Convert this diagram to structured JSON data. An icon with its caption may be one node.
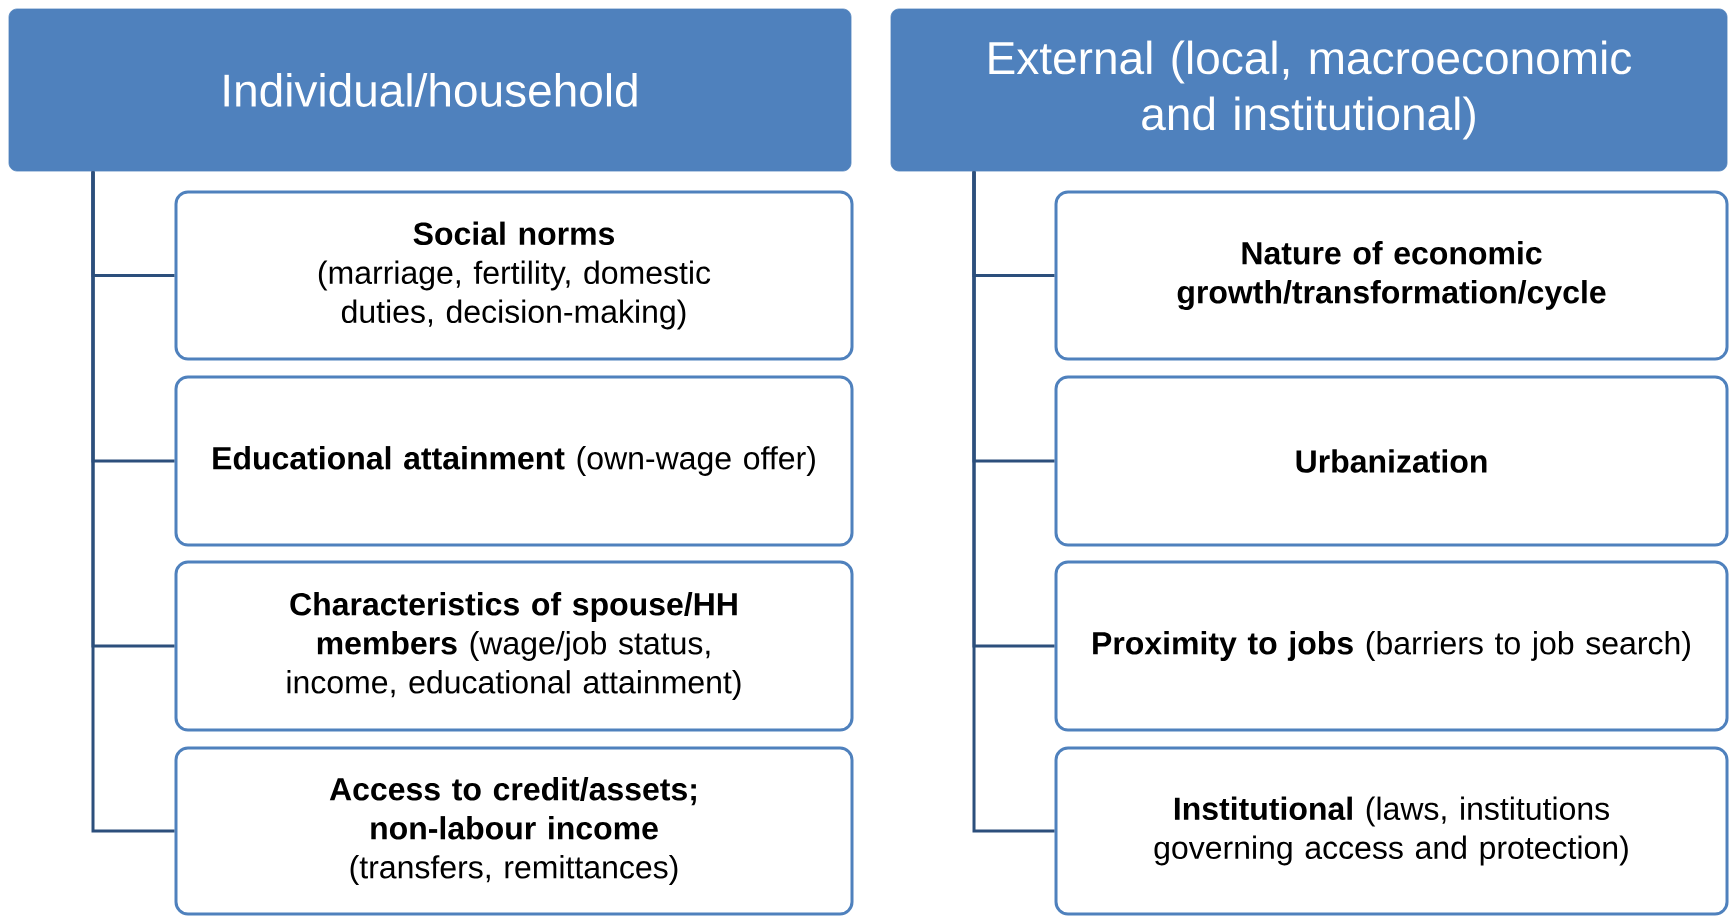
{
  "diagram": {
    "nodes": [
      {
        "text": [
          "Individual/household"
        ]
      },
      {
        "text": [
          "Social norms",
          "(marriage, fertility, domestic duties,  decision-making)"
        ]
      },
      {
        "text": [
          "**Educational attainment** (own-wage offer)"
        ]
      },
      {
        "text": [
          "**Characteristics of spouse/HH members** (wage/job status, income, educational attainment)"
        ]
      },
      {
        "text": [
          "Access to credit/assets; non-labour income",
          "(transfers, remittances)"
        ]
      },
      {
        "text": [
          "External (local, macroeconomic and institutional)"
        ]
      },
      {
        "text": [
          "Nature of economic growth/transformation/cycle"
        ]
      },
      {
        "text": [
          "Urbanization"
        ]
      },
      {
        "text": [
          "**Proximity to jobs** (barriers to job search)"
        ]
      },
      {
        "text": [
          "**Institutional** (laws, institutions governing access and protection)"
        ]
      }
    ],
    "edges": [
      {
        "from": 0,
        "to": 1,
        "arrow": "none"
      },
      {
        "from": 0,
        "to": 2,
        "arrow": "none"
      },
      {
        "from": 0,
        "to": 3,
        "arrow": "none"
      },
      {
        "from": 0,
        "to": 4,
        "arrow": "none"
      },
      {
        "from": 5,
        "to": 6,
        "arrow": "none"
      },
      {
        "from": 5,
        "to": 7,
        "arrow": "none"
      },
      {
        "from": 5,
        "to": 8,
        "arrow": "none"
      },
      {
        "from": 5,
        "to": 9,
        "arrow": "none"
      }
    ]
  }
}
